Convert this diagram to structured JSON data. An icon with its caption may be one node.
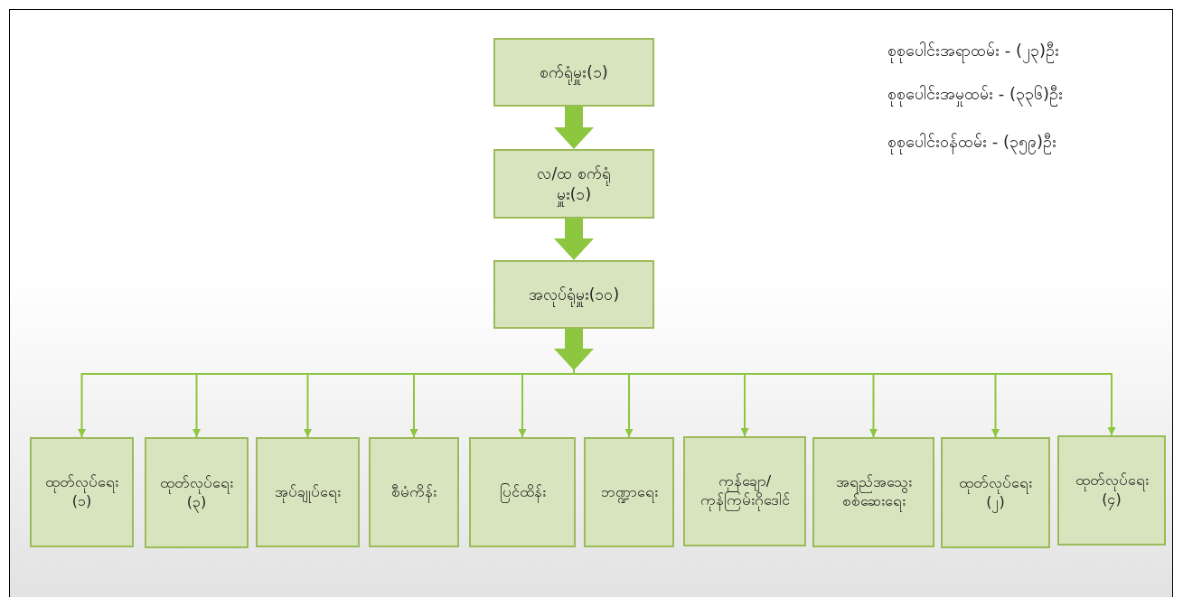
{
  "diagram": {
    "nodes": [
      {
        "text": [
          "စက်ရုံမှူး(၁)"
        ]
      },
      {
        "text": [
          "လ/ထ စက်ရုံမှူး(၁)"
        ]
      },
      {
        "text": [
          "အလုပ်ရုံမှူး(၁၀)"
        ]
      },
      {
        "text": [
          "ထုတ်လုပ်ရေး (၁)"
        ]
      },
      {
        "text": [
          "ထုတ်လုပ်ရေး (၃)"
        ]
      },
      {
        "text": [
          "အုပ်ချုပ်ရေး"
        ]
      },
      {
        "text": [
          "စီမံကိန်း"
        ]
      },
      {
        "text": [
          "ပြင်ထိန်း"
        ]
      },
      {
        "text": [
          "ဘဏ္ဍာရေး"
        ]
      },
      {
        "text": [
          "ကုန်ချော/ကုန်ကြမ်းဂိုဒေါင်"
        ]
      },
      {
        "text": [
          "အရည်အသွေးစစ်ဆေးရေး"
        ]
      },
      {
        "text": [
          "ထုတ်လုပ်ရေး (၂)"
        ]
      },
      {
        "text": [
          "ထုတ်လုပ်ရေး (၄)"
        ]
      }
    ],
    "edges": [
      {
        "from": 0,
        "to": 1,
        "arrow": "to",
        "style": "thick"
      },
      {
        "from": 1,
        "to": 2,
        "arrow": "to",
        "style": "thick"
      },
      {
        "from": 2,
        "to": 3,
        "arrow": "to"
      },
      {
        "from": 2,
        "to": 4,
        "arrow": "to"
      },
      {
        "from": 2,
        "to": 5,
        "arrow": "to"
      },
      {
        "from": 2,
        "to": 6,
        "arrow": "to"
      },
      {
        "from": 2,
        "to": 7,
        "arrow": "to"
      },
      {
        "from": 2,
        "to": 8,
        "arrow": "to"
      },
      {
        "from": 2,
        "to": 9,
        "arrow": "to"
      },
      {
        "from": 2,
        "to": 10,
        "arrow": "to"
      },
      {
        "from": 2,
        "to": 11,
        "arrow": "to"
      },
      {
        "from": 2,
        "to": 12,
        "arrow": "to"
      }
    ],
    "labels": [
      "စုစုပေါင်းအရာထမ်း - (၂၃)ဦး",
      "စုစုပေါင်းအမှုထမ်း - (၃၃၆)ဦး",
      "စုစုပေါင်းဝန်ထမ်း - (၃၅၉)ဦး"
    ]
  }
}
